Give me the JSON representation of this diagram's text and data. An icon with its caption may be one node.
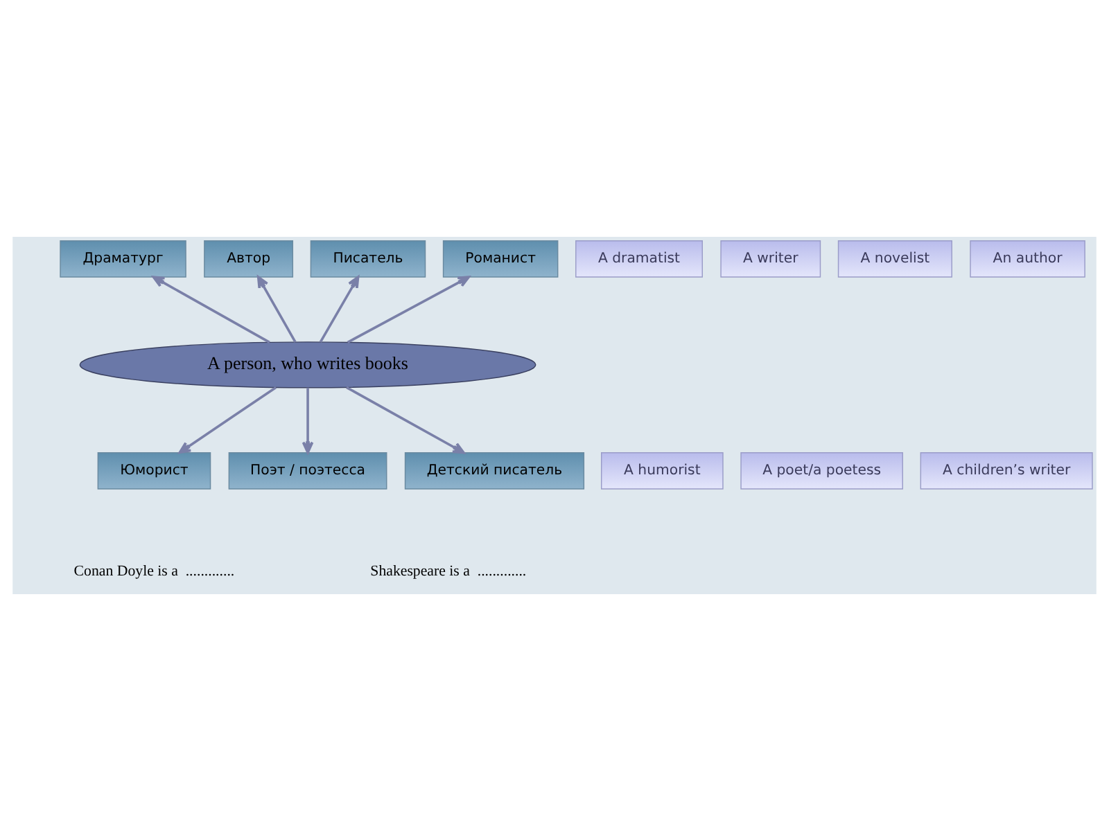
{
  "diagram": {
    "nodes": [
      {
        "text": [
          "Драматург"
        ]
      },
      {
        "text": [
          "A dramatist"
        ]
      },
      {
        "text": [
          "Автор"
        ]
      },
      {
        "text": [
          "A writer"
        ]
      },
      {
        "text": [
          "A novelist"
        ]
      },
      {
        "text": [
          "An author"
        ]
      },
      {
        "text": [
          "Писатель"
        ]
      },
      {
        "text": [
          "Романист"
        ]
      },
      {
        "text": [
          "A person, who writes books"
        ]
      },
      {
        "text": [
          "Юморист"
        ]
      },
      {
        "text": [
          "Поэт / поэтесса"
        ]
      },
      {
        "text": [
          "A humorist"
        ]
      },
      {
        "text": [
          "A poet/a poetess"
        ]
      },
      {
        "text": [
          "Детский писатель"
        ]
      },
      {
        "text": [
          "A children’s writer"
        ]
      }
    ],
    "edges": [
      {
        "from": 8,
        "to": 2,
        "arrow": "to"
      },
      {
        "from": 8,
        "to": 6,
        "arrow": "to"
      },
      {
        "from": 8,
        "to": 0,
        "arrow": "to"
      },
      {
        "from": 8,
        "to": 7,
        "arrow": "to"
      },
      {
        "from": 8,
        "to": 10,
        "arrow": "to"
      },
      {
        "from": 8,
        "to": 9,
        "arrow": "to"
      },
      {
        "from": 8,
        "to": 13,
        "arrow": "to"
      }
    ],
    "labels": [
      "Conan Doyle is a  .............",
      "Shakespeare is a  ............."
    ]
  }
}
